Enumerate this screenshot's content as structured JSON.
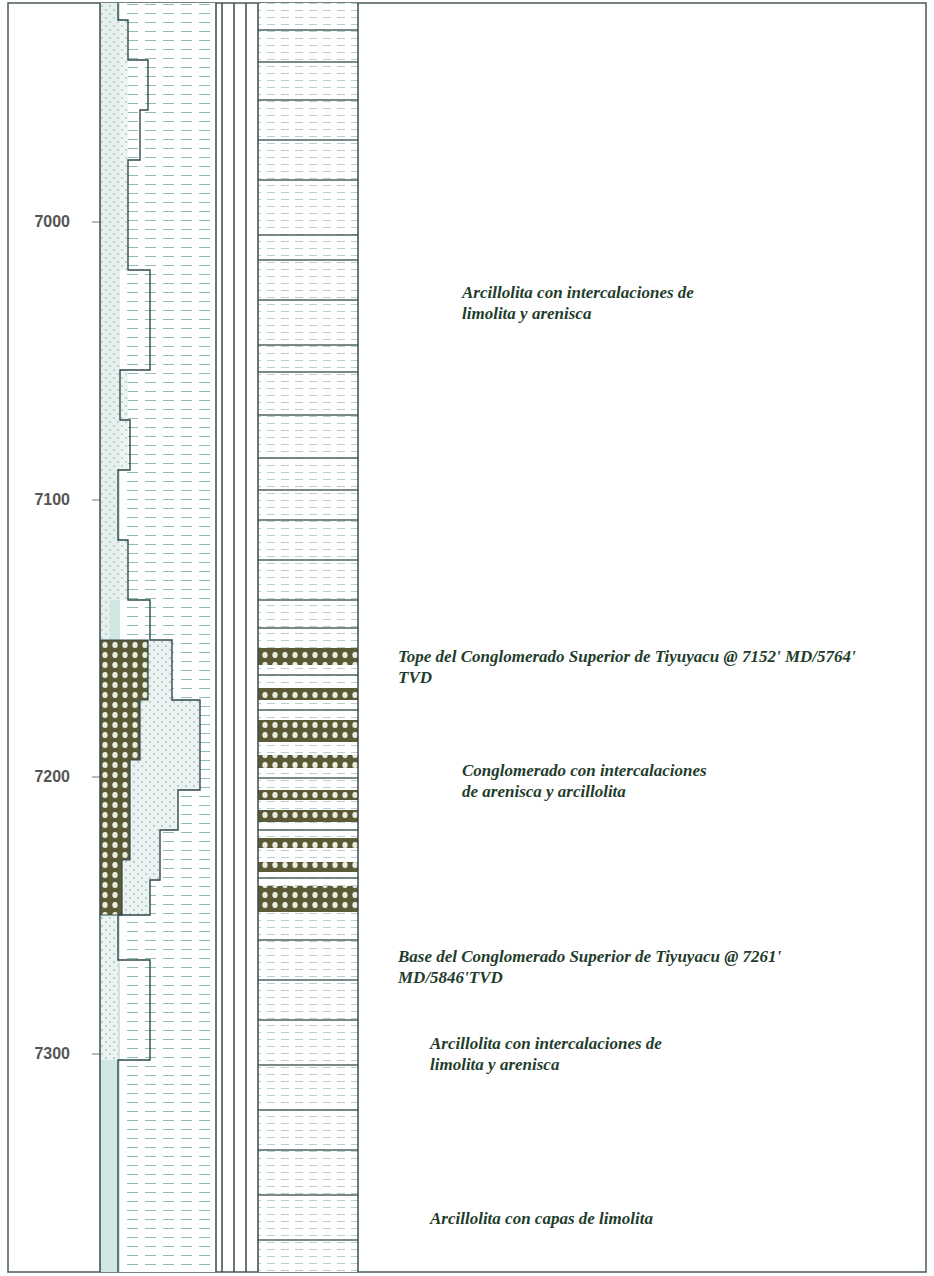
{
  "diagram": {
    "labels": [
      "7000",
      "7100",
      "7200",
      "7300",
      "Arcillolita con intercalaciones de limolita y arenisca",
      "Tope del Conglomerado Superior de Tiyuyacu @ 7152' MD/5764' TVD",
      "Conglomerado con intercalaciones de arenisca y arcillolita",
      "Base del Conglomerado Superior de Tiyuyacu @ 7261' MD/5846'TVD",
      "Arcillolita con intercalaciones de limolita y arenisca",
      "Arcillolita con capas de limolita"
    ]
  }
}
